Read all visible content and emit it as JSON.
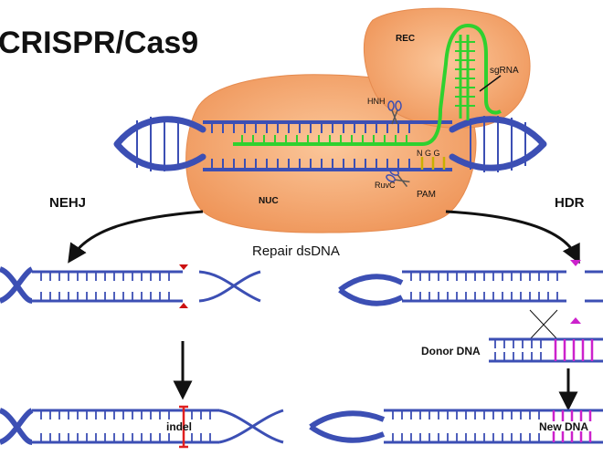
{
  "title": "CRISPR/Cas9",
  "labels": {
    "rec": "REC",
    "sgrna": "sgRNA",
    "hnh": "HNH",
    "nuc": "NUC",
    "ruvc": "RuvC",
    "pam": "PAM",
    "ngg": "N G G",
    "nehj": "NEHJ",
    "hdr": "HDR",
    "repair": "Repair dsDNA",
    "donor": "Donor DNA",
    "indel": "indel",
    "new_dna": "New DNA"
  },
  "colors": {
    "dna": "#3c4fb4",
    "dna_light": "#8fa4e0",
    "protein": "#f4a46e",
    "protein_edge": "#e58a4e",
    "sgrna": "#2fd12f",
    "pam_tick": "#c8b000",
    "indel": "#e02020",
    "new_dna": "#cc22cc",
    "cut_mark": "#cc1111",
    "hdr_mark": "#cc22cc"
  },
  "icons": [
    "scissors-icon",
    "arrow-down-icon",
    "cut-triangle-icon"
  ]
}
